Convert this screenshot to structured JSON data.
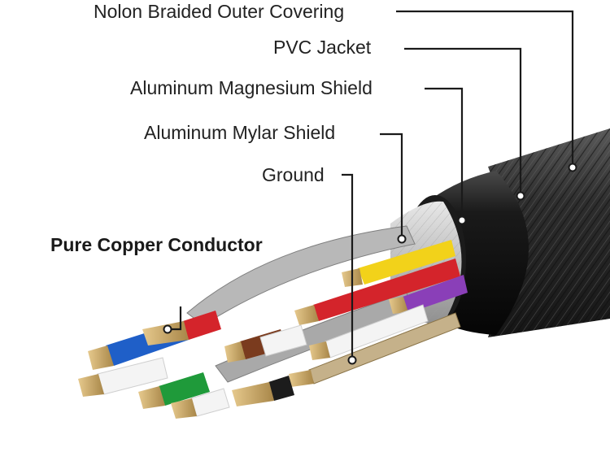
{
  "labels": {
    "outer_covering": "Nolon Braided Outer Covering",
    "pvc_jacket": "PVC Jacket",
    "mg_shield": "Aluminum Magnesium Shield",
    "mylar_shield": "Aluminum Mylar Shield",
    "ground": "Ground",
    "conductor": "Pure Copper Conductor"
  },
  "colors": {
    "leader_line": "#1a1a1a",
    "braid": "#2b2b2b",
    "jacket": "#111111",
    "foil": "#c9c9c9",
    "copper": "#c9a86a",
    "wire_yellow": "#f2d21a",
    "wire_red": "#d4242b",
    "wire_purple": "#8a3fb8",
    "wire_blue": "#1f5fc8",
    "wire_green": "#1f9a3a",
    "wire_white": "#f4f4f4",
    "wire_brown": "#7a3b1e",
    "wire_black": "#1c1c1c"
  }
}
